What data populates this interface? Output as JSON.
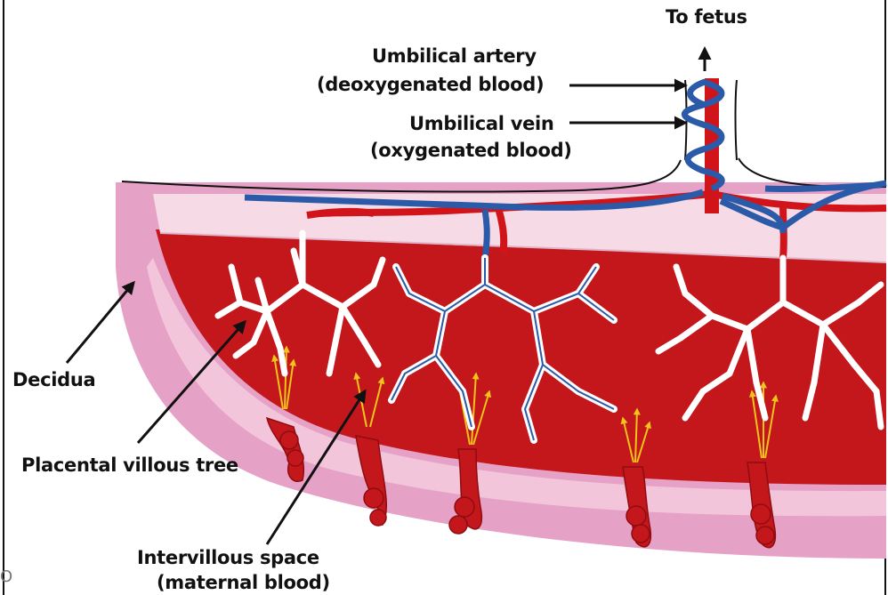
{
  "labels": {
    "to_fetus": "To fetus",
    "umbilical_artery_1": "Umbilical artery",
    "umbilical_artery_2": "(deoxygenated blood)",
    "umbilical_vein_1": "Umbilical vein",
    "umbilical_vein_2": "(oxygenated blood)",
    "decidua": "Decidua",
    "villous_tree": "Placental villous tree",
    "intervillous_1": "Intervillous space",
    "intervillous_2": "(maternal blood)"
  },
  "edge_mark": "O",
  "colors": {
    "decidua_pink": "#e6a2c6",
    "maternal_red": "#c4171c",
    "artery_blue": "#2a5aa8",
    "villus_white": "#ffffff",
    "spiral_yellow": "#f0c419",
    "membrane_pink": "#f6dbe6"
  }
}
